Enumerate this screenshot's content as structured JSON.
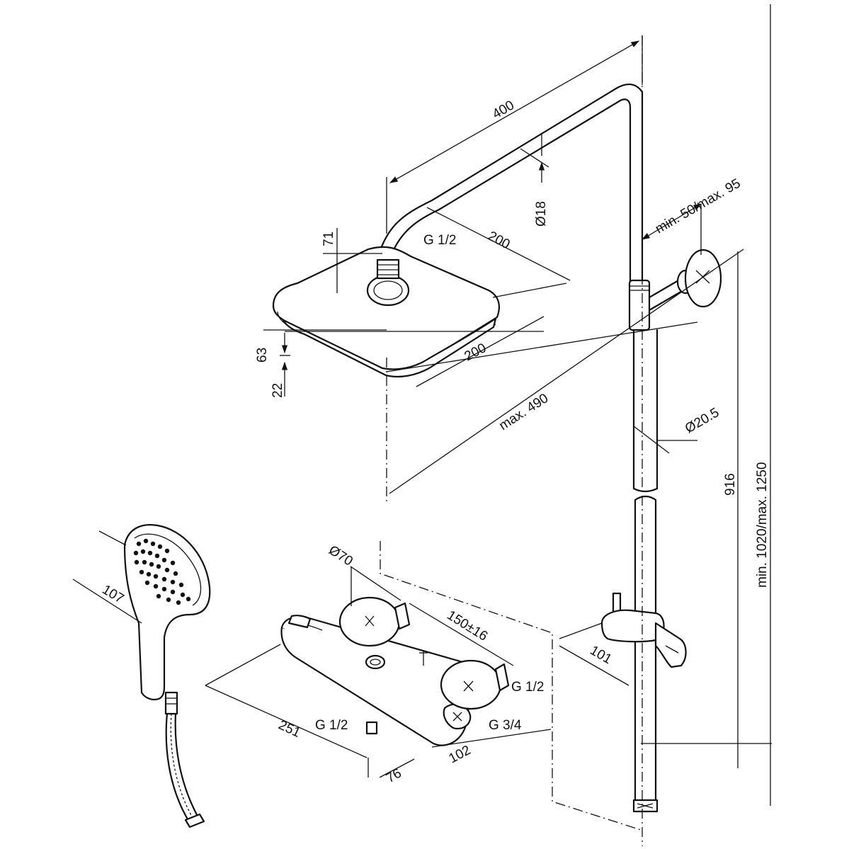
{
  "dimensions": {
    "arm_length": "400",
    "arm_diameter": "Ø18",
    "arm_thread": "G 1/2",
    "head_depth": "200",
    "head_width": "200",
    "head_height": "71",
    "head_dim_63": "63",
    "head_dim_22": "22",
    "projection_max": "max. 490",
    "wall_offset": "min. 50/max. 95",
    "riser_diameter": "Ø20.5",
    "riser_length": "916",
    "total_height": "min. 1020/max. 1250",
    "handshower_width": "107",
    "valve_knob_diameter": "Ø70",
    "valve_centers": "150±16",
    "valve_length": "251",
    "valve_outlet_thread": "G 1/2",
    "valve_inlet_thread": "G 3/4",
    "valve_side_thread": "G 1/2",
    "valve_depth": "102",
    "valve_outlet_offset": "76",
    "slider_offset": "101"
  }
}
